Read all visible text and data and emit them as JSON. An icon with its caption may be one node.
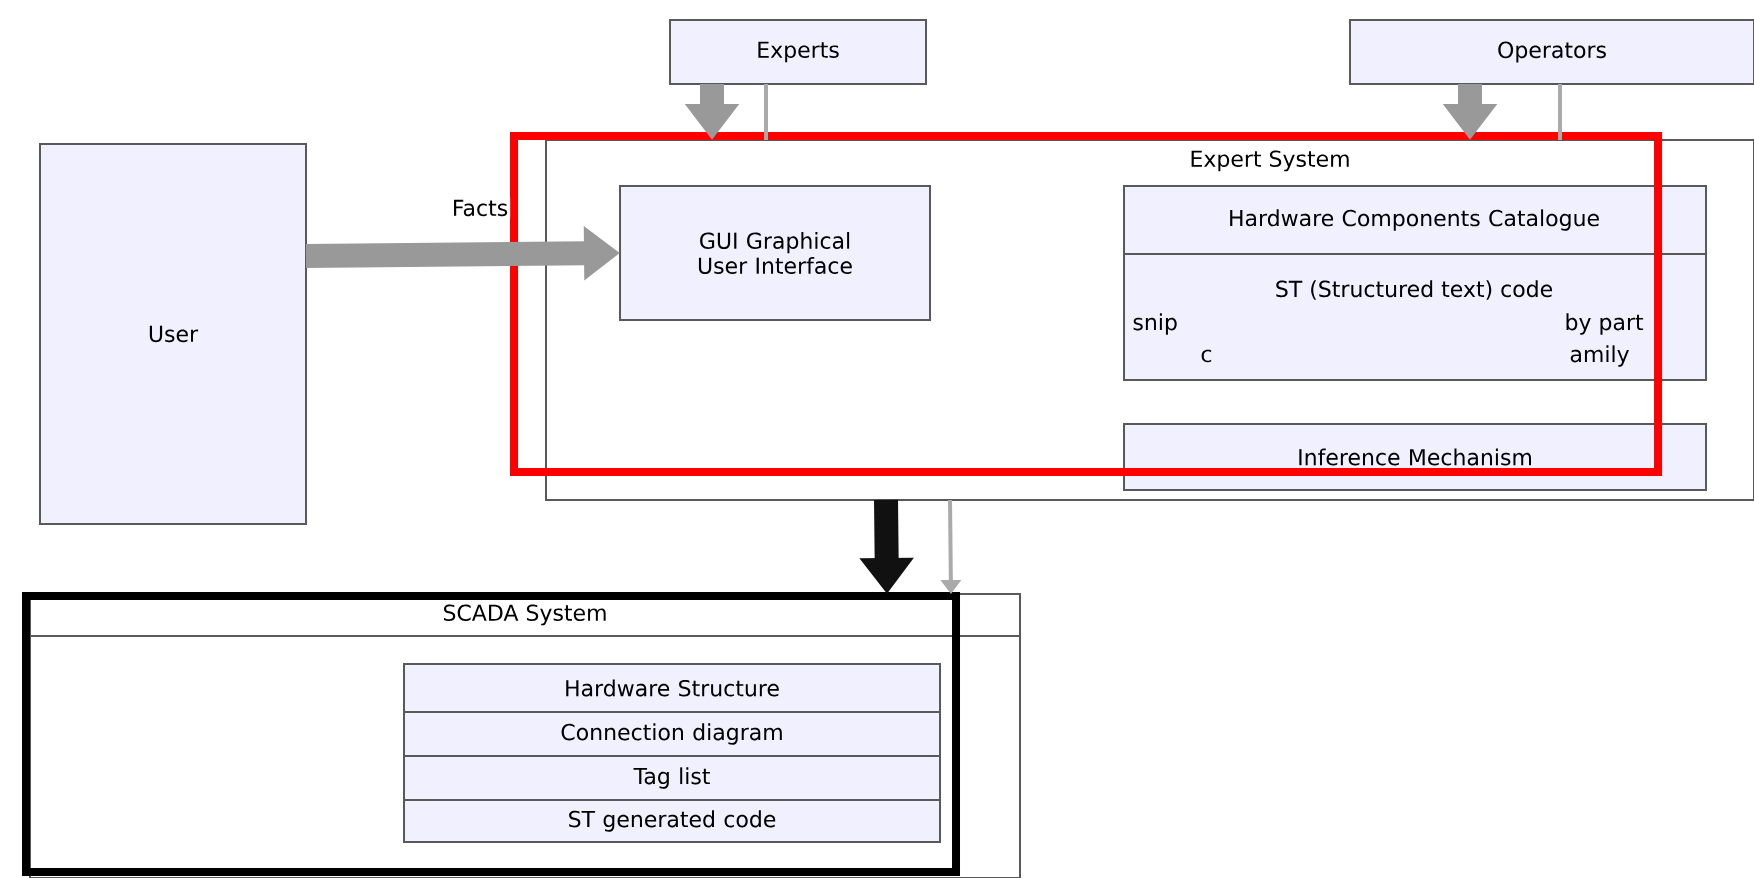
{
  "diagram": {
    "nodes": [
      {
        "text": [
          "Experts"
        ]
      },
      {
        "text": [
          "Operators"
        ]
      },
      {
        "text": [
          "User"
        ]
      },
      {
        "text": [
          "Expert System"
        ]
      },
      {
        "text": [
          "GUI Graphical User Interface"
        ],
        "in": 3
      },
      {
        "text": [
          "Hardware Components Catalogue",
          "ST (Structured text) code",
          "snip",
          "by part",
          "c",
          "amily"
        ],
        "in": 3
      },
      {
        "text": [
          "Inference Mechanism"
        ],
        "in": 3
      },
      {
        "text": [
          "SCADA System"
        ]
      },
      {
        "text": [
          "Hardware Structure"
        ],
        "in": 7
      },
      {
        "text": [
          "Connection diagram"
        ],
        "in": 7
      },
      {
        "text": [
          "Tag list"
        ],
        "in": 7
      },
      {
        "text": [
          "ST generated code"
        ],
        "in": 7
      }
    ],
    "edges": [
      {
        "from": 0,
        "to": 3,
        "arrow": "to"
      },
      {
        "from": 0,
        "to": 3,
        "arrow": "none",
        "color": "#aaaaaa"
      },
      {
        "from": 1,
        "to": 3,
        "arrow": "to"
      },
      {
        "from": 1,
        "to": 3,
        "arrow": "none",
        "color": "#aaaaaa"
      },
      {
        "from": 2,
        "to": 4,
        "arrow": "to"
      },
      {
        "from": 3,
        "to": 7,
        "arrow": "to",
        "color": "#111111"
      },
      {
        "from": 3,
        "to": 7,
        "arrow": "to",
        "color": "#aaaaaa"
      }
    ],
    "labels": [
      "Facts"
    ]
  }
}
